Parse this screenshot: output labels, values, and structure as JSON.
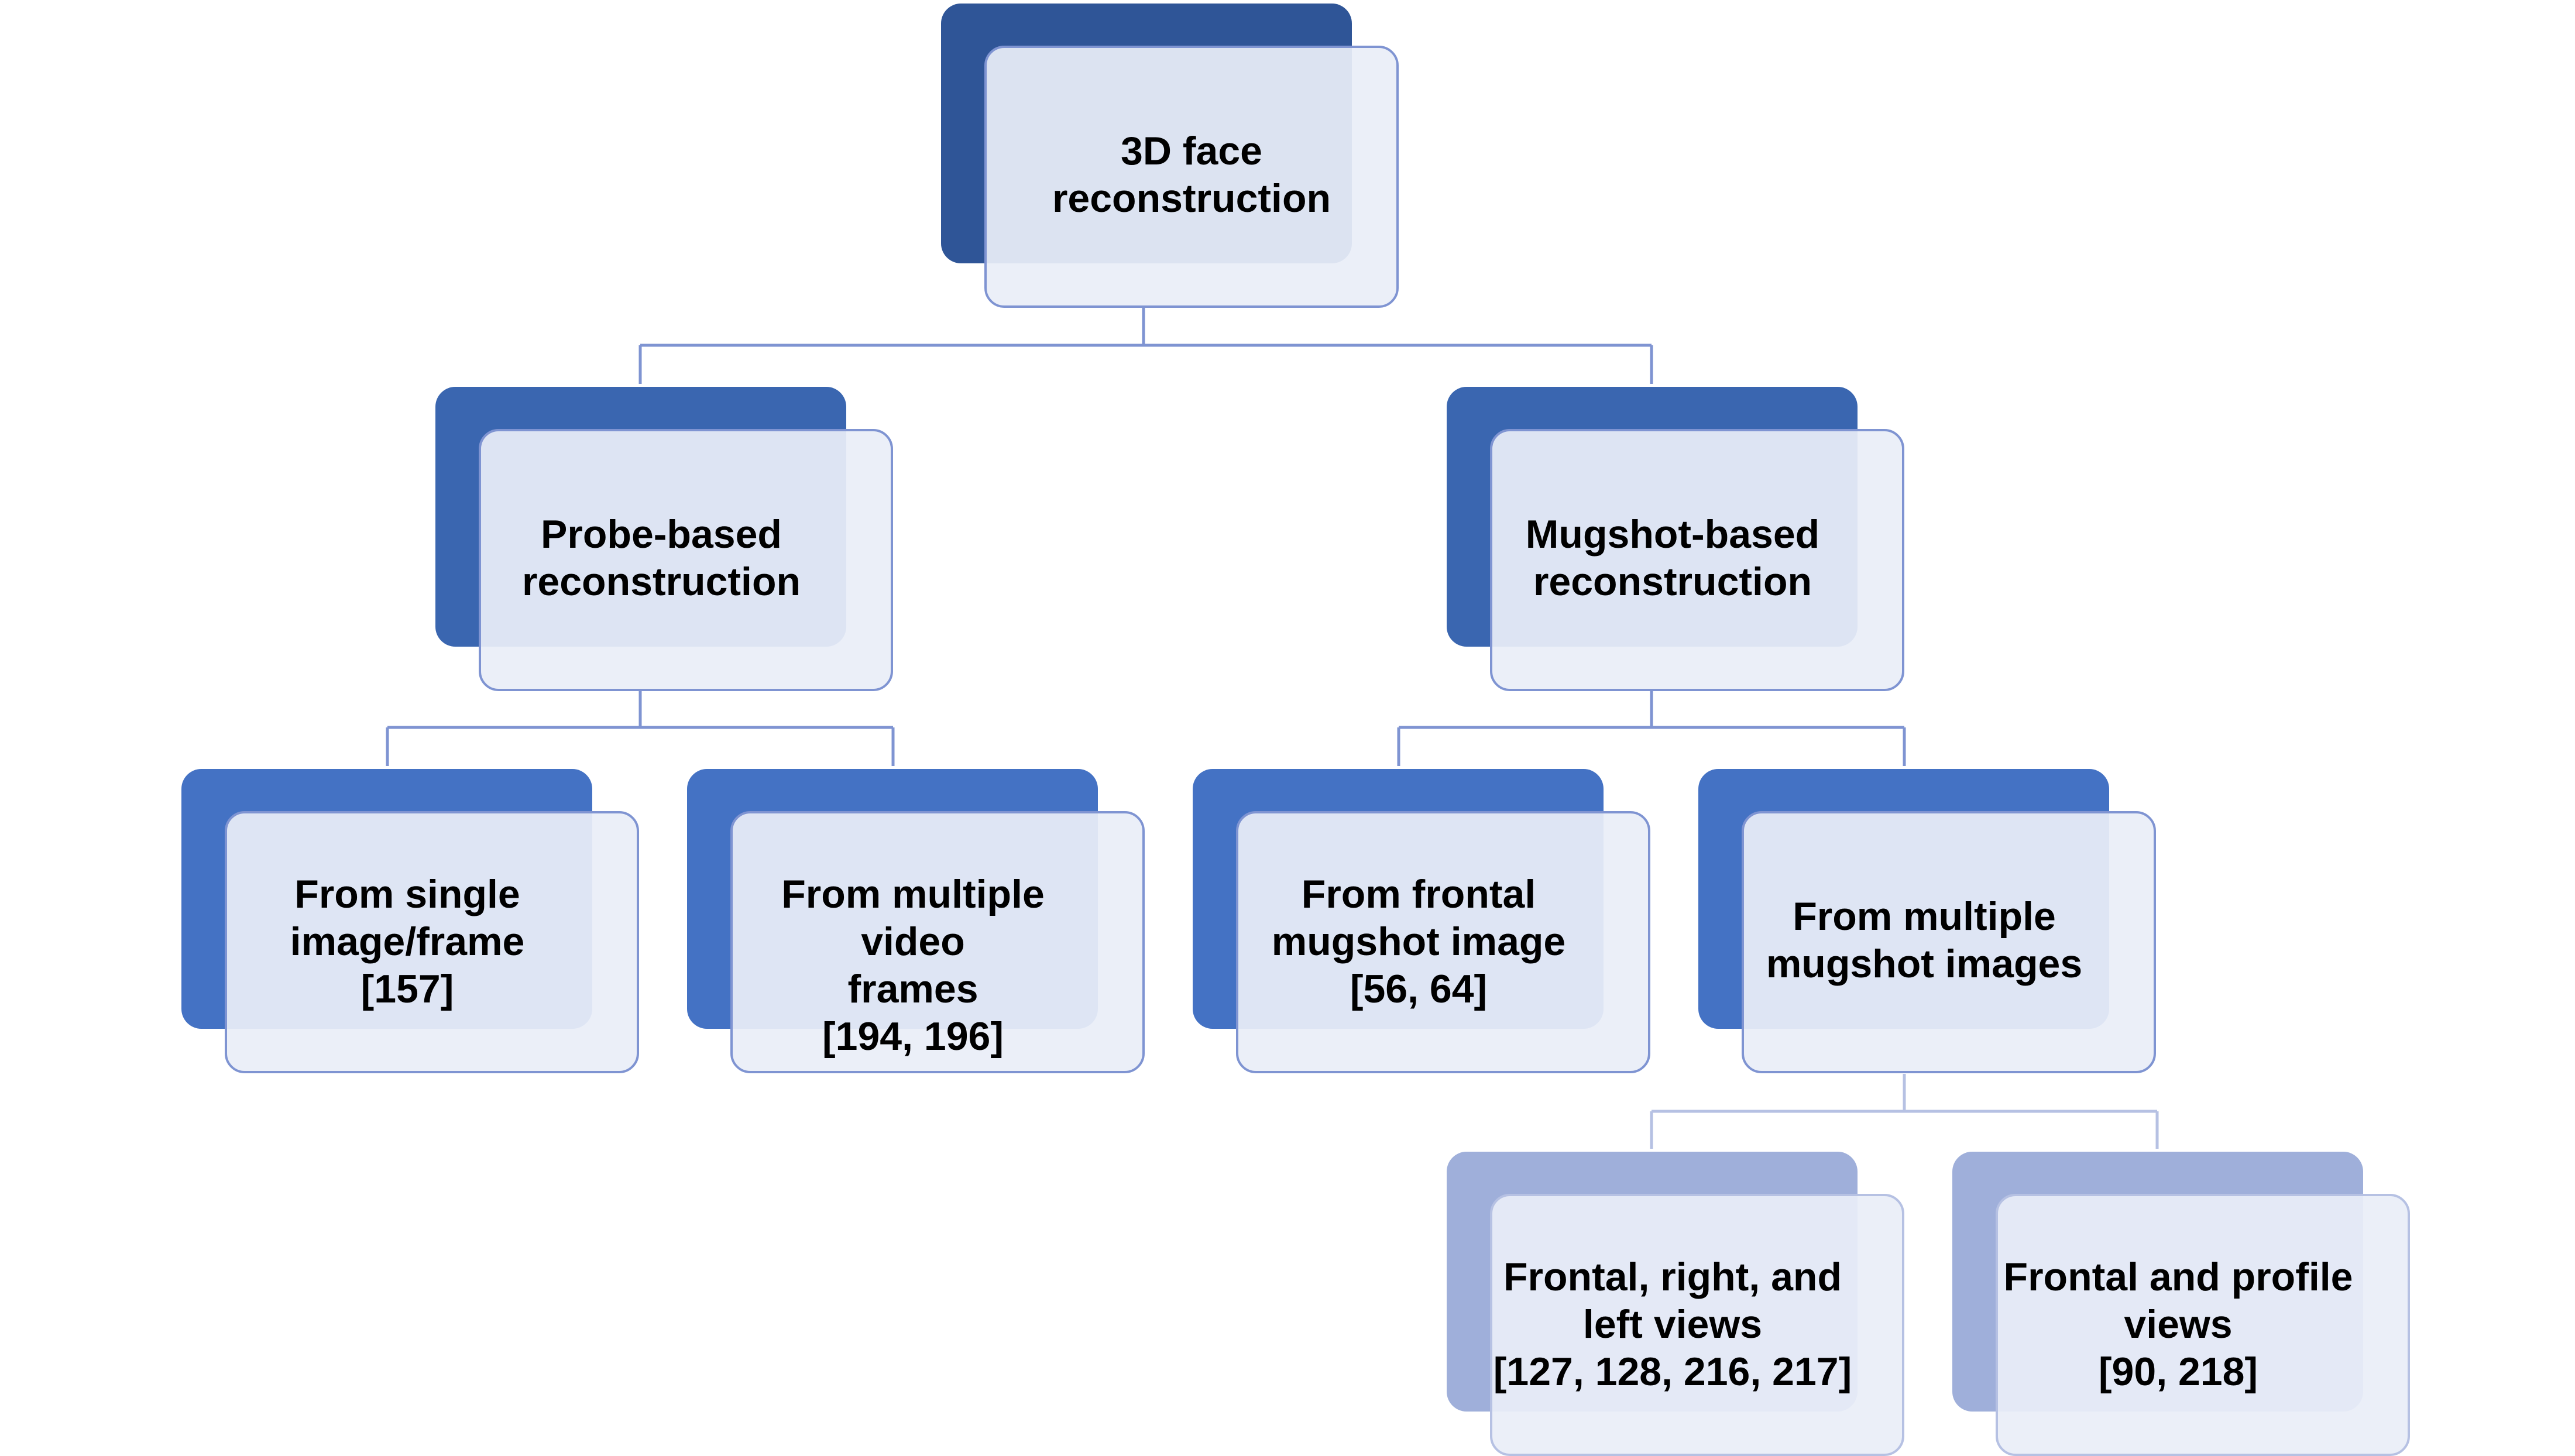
{
  "colors": {
    "root_back": "#2f5597",
    "level2_back": "#3a66b0",
    "level3_back": "#4472c4",
    "level4_back": "#9fafda",
    "front_fill": "#eaeef7",
    "front_border": "#7f94d2",
    "connector": "#7f94d2"
  },
  "nodes": {
    "root": {
      "label": "3D face\nreconstruction"
    },
    "probe": {
      "label": "Probe-based\nreconstruction"
    },
    "mugshot": {
      "label": "Mugshot-based\nreconstruction"
    },
    "single": {
      "label": "From single\nimage/frame\n[157]"
    },
    "video": {
      "label": "From multiple video\nframes\n[194, 196]"
    },
    "frontal": {
      "label": "From frontal\nmugshot image\n[56, 64]"
    },
    "multi_mugshot": {
      "label": "From multiple\nmugshot images"
    },
    "three_views": {
      "label": "Frontal, right, and\nleft views\n[127, 128, 216, 217]"
    },
    "profile": {
      "label": "Frontal and profile\nviews\n[90, 218]"
    }
  }
}
